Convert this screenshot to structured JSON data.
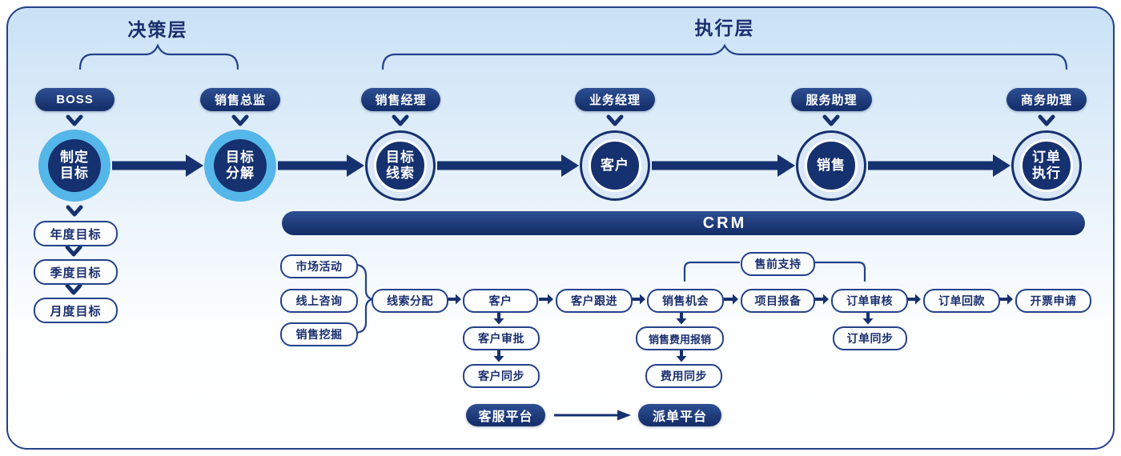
{
  "header": {
    "decision_layer": "决策层",
    "execution_layer": "执行层"
  },
  "roles": [
    {
      "label": "BOSS"
    },
    {
      "label": "销售总监"
    },
    {
      "label": "销售经理"
    },
    {
      "label": "业务经理"
    },
    {
      "label": "服务助理"
    },
    {
      "label": "商务助理"
    }
  ],
  "stages": [
    {
      "line1": "制定",
      "line2": "目标"
    },
    {
      "line1": "目标",
      "line2": "分解"
    },
    {
      "line1": "目标",
      "line2": "线索"
    },
    {
      "line1": "客户",
      "line2": ""
    },
    {
      "line1": "销售",
      "line2": ""
    },
    {
      "line1": "订单",
      "line2": "执行"
    }
  ],
  "goals": [
    {
      "label": "年度目标"
    },
    {
      "label": "季度目标"
    },
    {
      "label": "月度目标"
    }
  ],
  "crm_bar": {
    "label": "CRM"
  },
  "flow": {
    "sources": [
      {
        "label": "市场活动"
      },
      {
        "label": "线上咨询"
      },
      {
        "label": "销售挖掘"
      }
    ],
    "main": [
      {
        "label": "线索分配"
      },
      {
        "label": "客户"
      },
      {
        "label": "客户跟进"
      },
      {
        "label": "销售机会"
      },
      {
        "label": "项目报备"
      },
      {
        "label": "订单审核"
      },
      {
        "label": "订单回款"
      },
      {
        "label": "开票申请"
      }
    ],
    "presale": {
      "label": "售前支持"
    },
    "customer_branch": [
      {
        "label": "客户审批"
      },
      {
        "label": "客户同步"
      }
    ],
    "expense_branch": [
      {
        "label": "销售费用报销"
      },
      {
        "label": "费用同步"
      }
    ],
    "order_branch": [
      {
        "label": "订单同步"
      }
    ],
    "platforms": [
      {
        "label": "客服平台"
      },
      {
        "label": "派单平台"
      }
    ]
  },
  "colors": {
    "navy": "#16316f",
    "sky_blue": "#55b6e9",
    "pale_blue": "#d9e7f6",
    "background_top": "#c9e1f6",
    "white": "#ffffff"
  }
}
